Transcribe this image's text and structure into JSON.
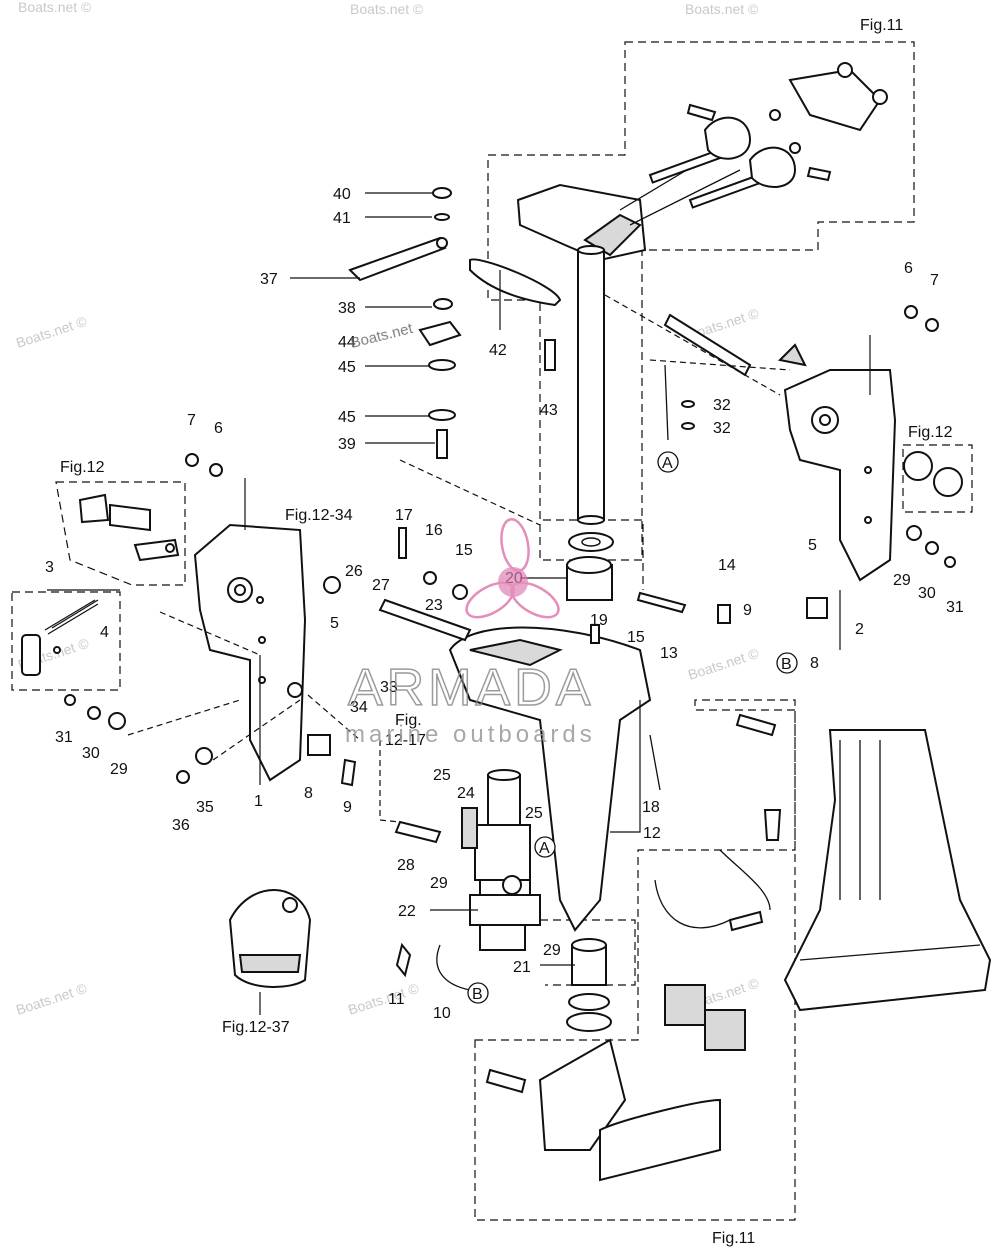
{
  "figure_refs": {
    "fig11_top": "Fig.11",
    "fig11_bottom": "Fig.11",
    "fig12_left": "Fig.12",
    "fig12_right": "Fig.12",
    "fig12_34": "Fig.12-34",
    "fig12_17_line1": "Fig.",
    "fig12_17_line2": "12-17",
    "fig12_37": "Fig.12-37"
  },
  "callouts": {
    "p1": "1",
    "p2": "2",
    "p3": "3",
    "p4": "4",
    "p5a": "5",
    "p5b": "5",
    "p6a": "6",
    "p6b": "6",
    "p7a": "7",
    "p7b": "7",
    "p8a": "8",
    "p8b": "8",
    "p9a": "9",
    "p9b": "9",
    "p10": "10",
    "p11": "11",
    "p12": "12",
    "p13": "13",
    "p14": "14",
    "p15a": "15",
    "p15b": "15",
    "p16": "16",
    "p17": "17",
    "p18": "18",
    "p19": "19",
    "p20": "20",
    "p21": "21",
    "p22": "22",
    "p23": "23",
    "p24": "24",
    "p25a": "25",
    "p25b": "25",
    "p26": "26",
    "p27": "27",
    "p28": "28",
    "p29a": "29",
    "p29b": "29",
    "p29c": "29",
    "p30a": "30",
    "p30b": "30",
    "p31a": "31",
    "p31b": "31",
    "p32a": "32",
    "p32b": "32",
    "p33": "33",
    "p34": "34",
    "p35": "35",
    "p36": "36",
    "p37": "37",
    "p38": "38",
    "p39": "39",
    "p40": "40",
    "p41": "41",
    "p44": "44",
    "p45a": "45",
    "p45b": "45",
    "p42": "42",
    "p43": "43"
  },
  "connectors": {
    "a1": "A",
    "a2": "A",
    "b1": "B",
    "b2": "B"
  },
  "watermarks": {
    "boats_net": "Boats.net ©",
    "boats_net_inline": "Boats.net",
    "brand_line1": "ARMADA",
    "brand_line2": "marine outboards"
  },
  "colors": {
    "ink": "#111111",
    "watermark": "#c9c9c9",
    "logo_pink": "#e07ab0"
  }
}
